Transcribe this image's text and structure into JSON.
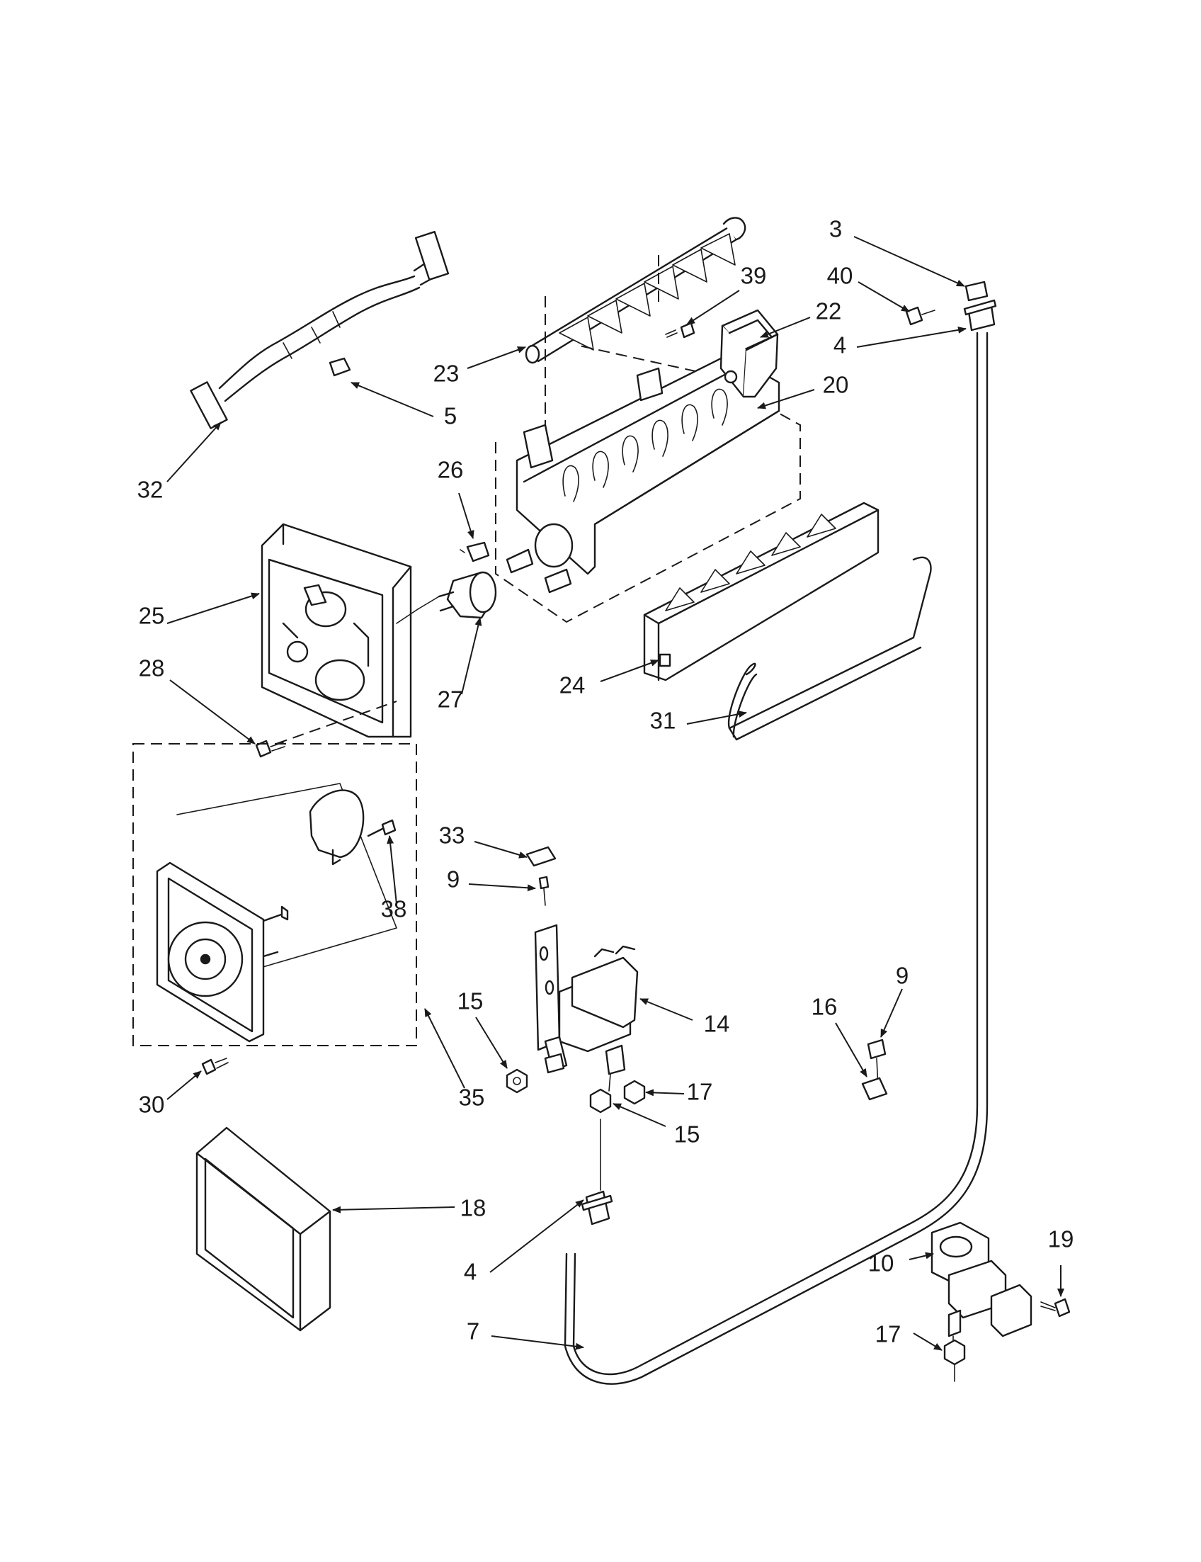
{
  "diagram": {
    "callouts": [
      {
        "key": "c3",
        "label": "3"
      },
      {
        "key": "c40",
        "label": "40"
      },
      {
        "key": "c39",
        "label": "39"
      },
      {
        "key": "c22",
        "label": "22"
      },
      {
        "key": "c4a",
        "label": "4"
      },
      {
        "key": "c23",
        "label": "23"
      },
      {
        "key": "c20",
        "label": "20"
      },
      {
        "key": "c5",
        "label": "5"
      },
      {
        "key": "c32",
        "label": "32"
      },
      {
        "key": "c26",
        "label": "26"
      },
      {
        "key": "c25",
        "label": "25"
      },
      {
        "key": "c28",
        "label": "28"
      },
      {
        "key": "c27",
        "label": "27"
      },
      {
        "key": "c24",
        "label": "24"
      },
      {
        "key": "c31",
        "label": "31"
      },
      {
        "key": "c33",
        "label": "33"
      },
      {
        "key": "c9a",
        "label": "9"
      },
      {
        "key": "c38",
        "label": "38"
      },
      {
        "key": "c9b",
        "label": "9"
      },
      {
        "key": "c16",
        "label": "16"
      },
      {
        "key": "c15a",
        "label": "15"
      },
      {
        "key": "c14",
        "label": "14"
      },
      {
        "key": "c17a",
        "label": "17"
      },
      {
        "key": "c30",
        "label": "30"
      },
      {
        "key": "c35",
        "label": "35"
      },
      {
        "key": "c15b",
        "label": "15"
      },
      {
        "key": "c18",
        "label": "18"
      },
      {
        "key": "c19",
        "label": "19"
      },
      {
        "key": "c10",
        "label": "10"
      },
      {
        "key": "c4b",
        "label": "4"
      },
      {
        "key": "c17b",
        "label": "17"
      },
      {
        "key": "c7",
        "label": "7"
      }
    ]
  }
}
